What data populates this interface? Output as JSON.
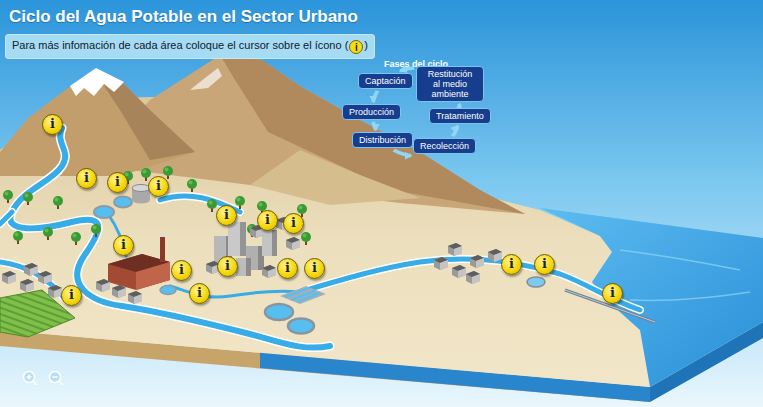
{
  "diagram": {
    "title": "Ciclo del Agua Potable en el Sector Urbano",
    "nodes": [
      {
        "text": [
          "Para más infomación de cada área coloque el cursor sobre el ícono (",
          "i",
          ")"
        ]
      },
      {
        "text": [
          "Captación"
        ]
      },
      {
        "text": [
          "Restitución al medio ambiente"
        ]
      },
      {
        "text": [
          "Producción"
        ]
      },
      {
        "text": [
          "Tratamiento"
        ]
      },
      {
        "text": [
          "Distribución"
        ]
      },
      {
        "text": [
          "Recolección"
        ]
      },
      {
        "text": [
          "i"
        ]
      },
      {
        "text": [
          "i"
        ]
      },
      {
        "text": [
          "i"
        ]
      },
      {
        "text": [
          "i"
        ]
      },
      {
        "text": [
          "i"
        ]
      },
      {
        "text": [
          "i"
        ]
      },
      {
        "text": [
          "i"
        ]
      },
      {
        "text": [
          "i"
        ]
      },
      {
        "text": [
          "i"
        ]
      },
      {
        "text": [
          "i"
        ]
      },
      {
        "text": [
          "i"
        ]
      },
      {
        "text": [
          "i"
        ]
      },
      {
        "text": [
          "i"
        ]
      },
      {
        "text": [
          "i"
        ]
      },
      {
        "text": [
          "i"
        ]
      },
      {
        "text": [
          "i"
        ]
      },
      {
        "text": [
          "i"
        ]
      }
    ],
    "edges": [
      {
        "from": 1,
        "to": 3,
        "arrow": "to"
      },
      {
        "from": 3,
        "to": 5,
        "arrow": "to"
      },
      {
        "from": 5,
        "to": 6,
        "arrow": "to"
      },
      {
        "from": 6,
        "to": 4,
        "arrow": "to"
      },
      {
        "from": 4,
        "to": 2,
        "arrow": "to"
      },
      {
        "from": 2,
        "to": 1,
        "arrow": "to"
      }
    ],
    "labels": [
      "Fases del ciclo"
    ]
  }
}
